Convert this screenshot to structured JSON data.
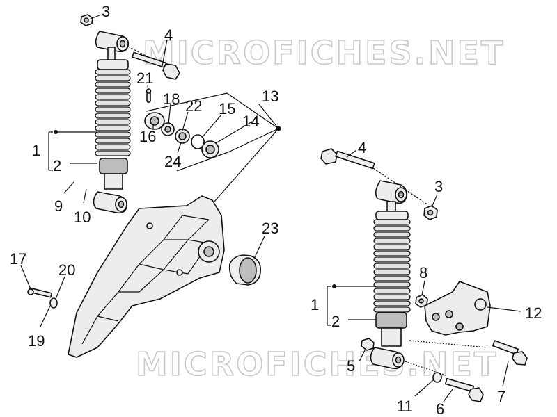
{
  "watermark": {
    "top_text": "MICROFICHES.NET",
    "bottom_text": "MICROFICHES.NET"
  },
  "callouts": {
    "left": [
      {
        "id": "l-3",
        "label": "3"
      },
      {
        "id": "l-4",
        "label": "4"
      },
      {
        "id": "l-21",
        "label": "21"
      },
      {
        "id": "l-18",
        "label": "18"
      },
      {
        "id": "l-22",
        "label": "22"
      },
      {
        "id": "l-15",
        "label": "15"
      },
      {
        "id": "l-13",
        "label": "13"
      },
      {
        "id": "l-14",
        "label": "14"
      },
      {
        "id": "l-16",
        "label": "16"
      },
      {
        "id": "l-24",
        "label": "24"
      },
      {
        "id": "l-1",
        "label": "1"
      },
      {
        "id": "l-2",
        "label": "2"
      },
      {
        "id": "l-9",
        "label": "9"
      },
      {
        "id": "l-10",
        "label": "10"
      },
      {
        "id": "l-23",
        "label": "23"
      },
      {
        "id": "l-17",
        "label": "17"
      },
      {
        "id": "l-20",
        "label": "20"
      },
      {
        "id": "l-19",
        "label": "19"
      }
    ],
    "right": [
      {
        "id": "r-4",
        "label": "4"
      },
      {
        "id": "r-3",
        "label": "3"
      },
      {
        "id": "r-8",
        "label": "8"
      },
      {
        "id": "r-1",
        "label": "1"
      },
      {
        "id": "r-2",
        "label": "2"
      },
      {
        "id": "r-12",
        "label": "12"
      },
      {
        "id": "r-5",
        "label": "5"
      },
      {
        "id": "r-7",
        "label": "7"
      },
      {
        "id": "r-11",
        "label": "11"
      },
      {
        "id": "r-6",
        "label": "6"
      }
    ]
  }
}
